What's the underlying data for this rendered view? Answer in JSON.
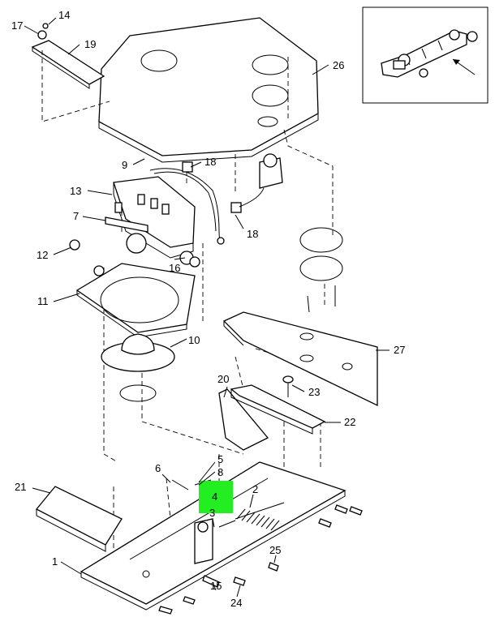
{
  "callouts": {
    "c1": "1",
    "c2": "2",
    "c3": "3",
    "c4": "4",
    "c5": "5",
    "c6": "6",
    "c7": "7",
    "c8": "8",
    "c9": "9",
    "c10": "10",
    "c11": "11",
    "c12": "12",
    "c13": "13",
    "c14": "14",
    "c15": "15",
    "c16": "16",
    "c17": "17",
    "c18a": "18",
    "c18b": "18",
    "c19": "19",
    "c20": "20",
    "c21": "21",
    "c22": "22",
    "c23": "23",
    "c24": "24",
    "c25": "25",
    "c26": "26",
    "c27": "27"
  },
  "highlight": {
    "color": "#22ee22",
    "target": "4"
  },
  "colors": {
    "ink": "#000000",
    "paper": "#ffffff"
  }
}
